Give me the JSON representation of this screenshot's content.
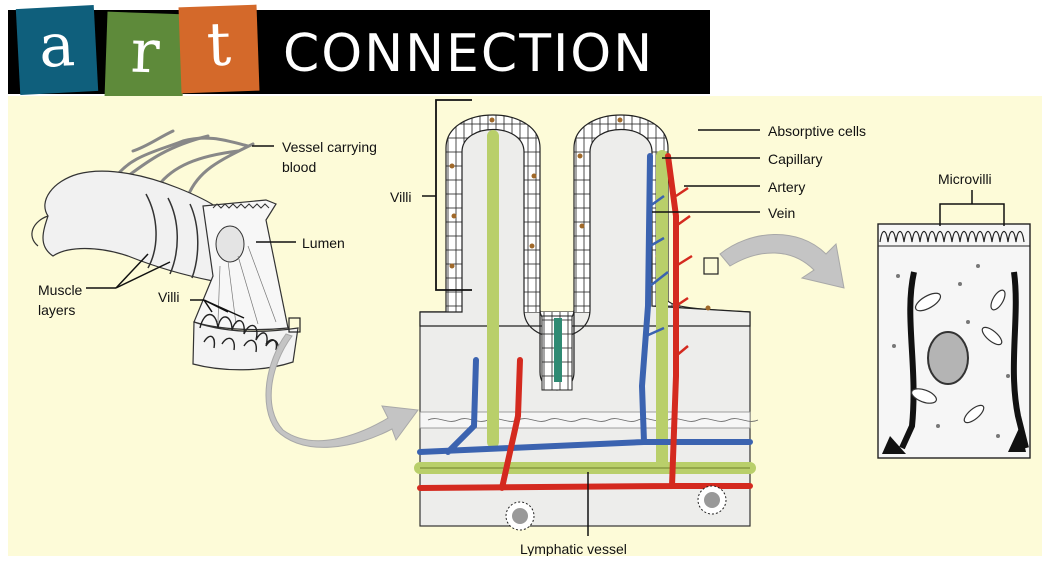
{
  "banner": {
    "letters": [
      "a",
      "r",
      "t"
    ],
    "title": "CONNECTION",
    "colors": {
      "a": "#0f5f7c",
      "r": "#5e8a3a",
      "t": "#d4692a",
      "background": "#000000"
    }
  },
  "diagram": {
    "labels": {
      "vessel_carrying_blood_1": "Vessel carrying",
      "vessel_carrying_blood_2": "blood",
      "lumen": "Lumen",
      "muscle_layers_1": "Muscle",
      "muscle_layers_2": "layers",
      "villi_small": "Villi",
      "villi_big": "Villi",
      "absorptive_cells": "Absorptive cells",
      "capillary": "Capillary",
      "artery": "Artery",
      "vein": "Vein",
      "microvilli": "Microvilli",
      "lymphatic_vessel": "Lymphatic vessel"
    },
    "colors": {
      "artery": "#d42a1f",
      "vein": "#3b63b0",
      "lymphatic": "#b9cf6a",
      "panel": "#fdfbd8",
      "tissue": "#eeeeec"
    }
  }
}
